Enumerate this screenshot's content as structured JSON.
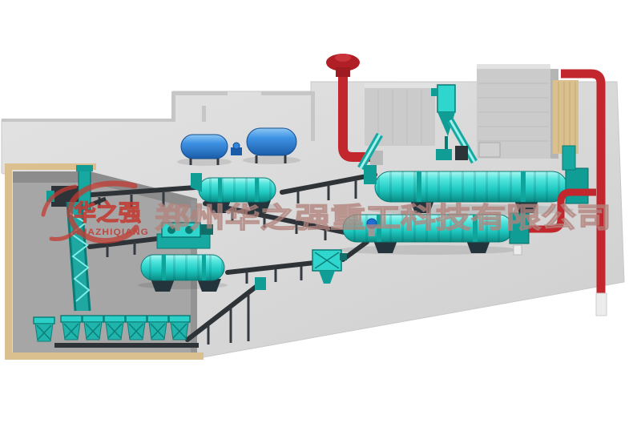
{
  "meta": {
    "title": "3D layout rendering of a fertilizer production line"
  },
  "watermark": {
    "company_cn": "郑州华之强重工科技有限公司",
    "logo_cn": "华之强",
    "logo_en": "HUAZHIQIANG"
  },
  "colors": {
    "floor": "#d9d9d9",
    "pit": "#a6a6a6",
    "pit_wall": "#8c8c8c",
    "wall": "#c6c6c6",
    "cyan": "#2fd6cd",
    "cyan_dark": "#0f9d96",
    "teal_frame": "#17a8a1",
    "blue_tank": "#2e86dd",
    "red_pipe": "#c1272d",
    "dark_belt": "#2e3338",
    "building_gray": "#cbcbcb",
    "building_light": "#e2e2e2",
    "tan": "#d9c08e",
    "watermark": "#b2837d",
    "logo_red": "#c23b33"
  }
}
